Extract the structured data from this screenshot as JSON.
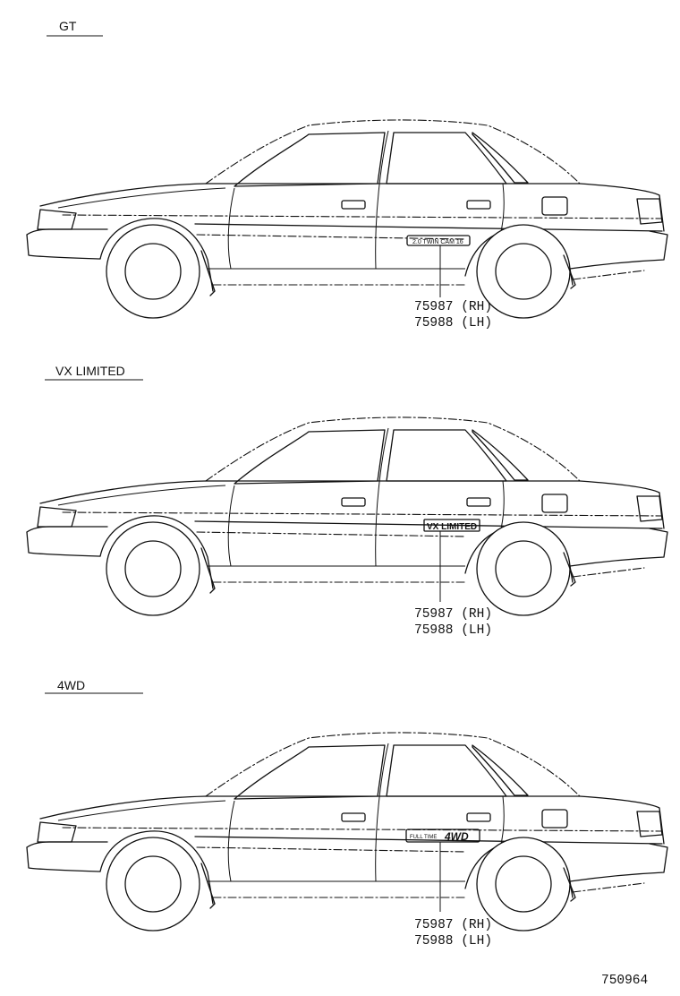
{
  "diagram": {
    "sections": [
      {
        "label": "GT",
        "badge_text": "2.0 TWIN CAM 16",
        "part_numbers": [
          "75987 (RH)",
          "75988 (LH)"
        ]
      },
      {
        "label": "VX LIMITED",
        "badge_text": "VX LIMITED",
        "part_numbers": [
          "75987 (RH)",
          "75988 (LH)"
        ]
      },
      {
        "label": "4WD",
        "badge_text_small": "FULL TIME",
        "badge_text": "4WD",
        "part_numbers": [
          "75987 (RH)",
          "75988 (LH)"
        ]
      }
    ],
    "diagram_code": "750964"
  }
}
